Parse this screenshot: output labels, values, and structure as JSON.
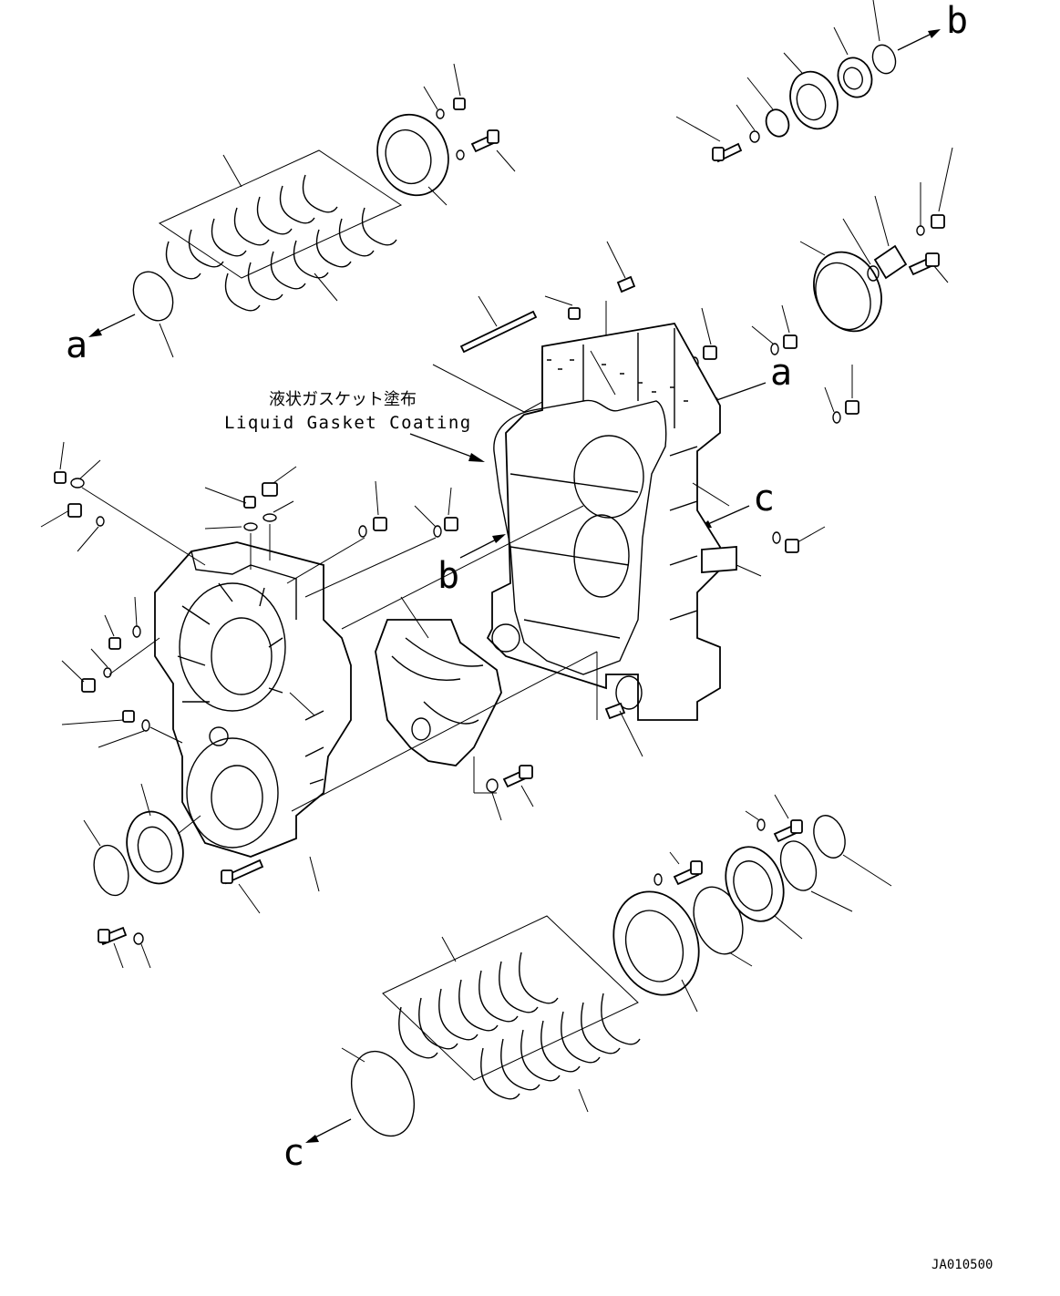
{
  "annotation": {
    "japanese": "液状ガスケット塗布",
    "english": "Liquid Gasket Coating"
  },
  "refs": {
    "a": "a",
    "b": "b",
    "c": "c"
  },
  "drawing_id": "JA010500",
  "colors": {
    "line": "#000000",
    "background": "#ffffff"
  }
}
